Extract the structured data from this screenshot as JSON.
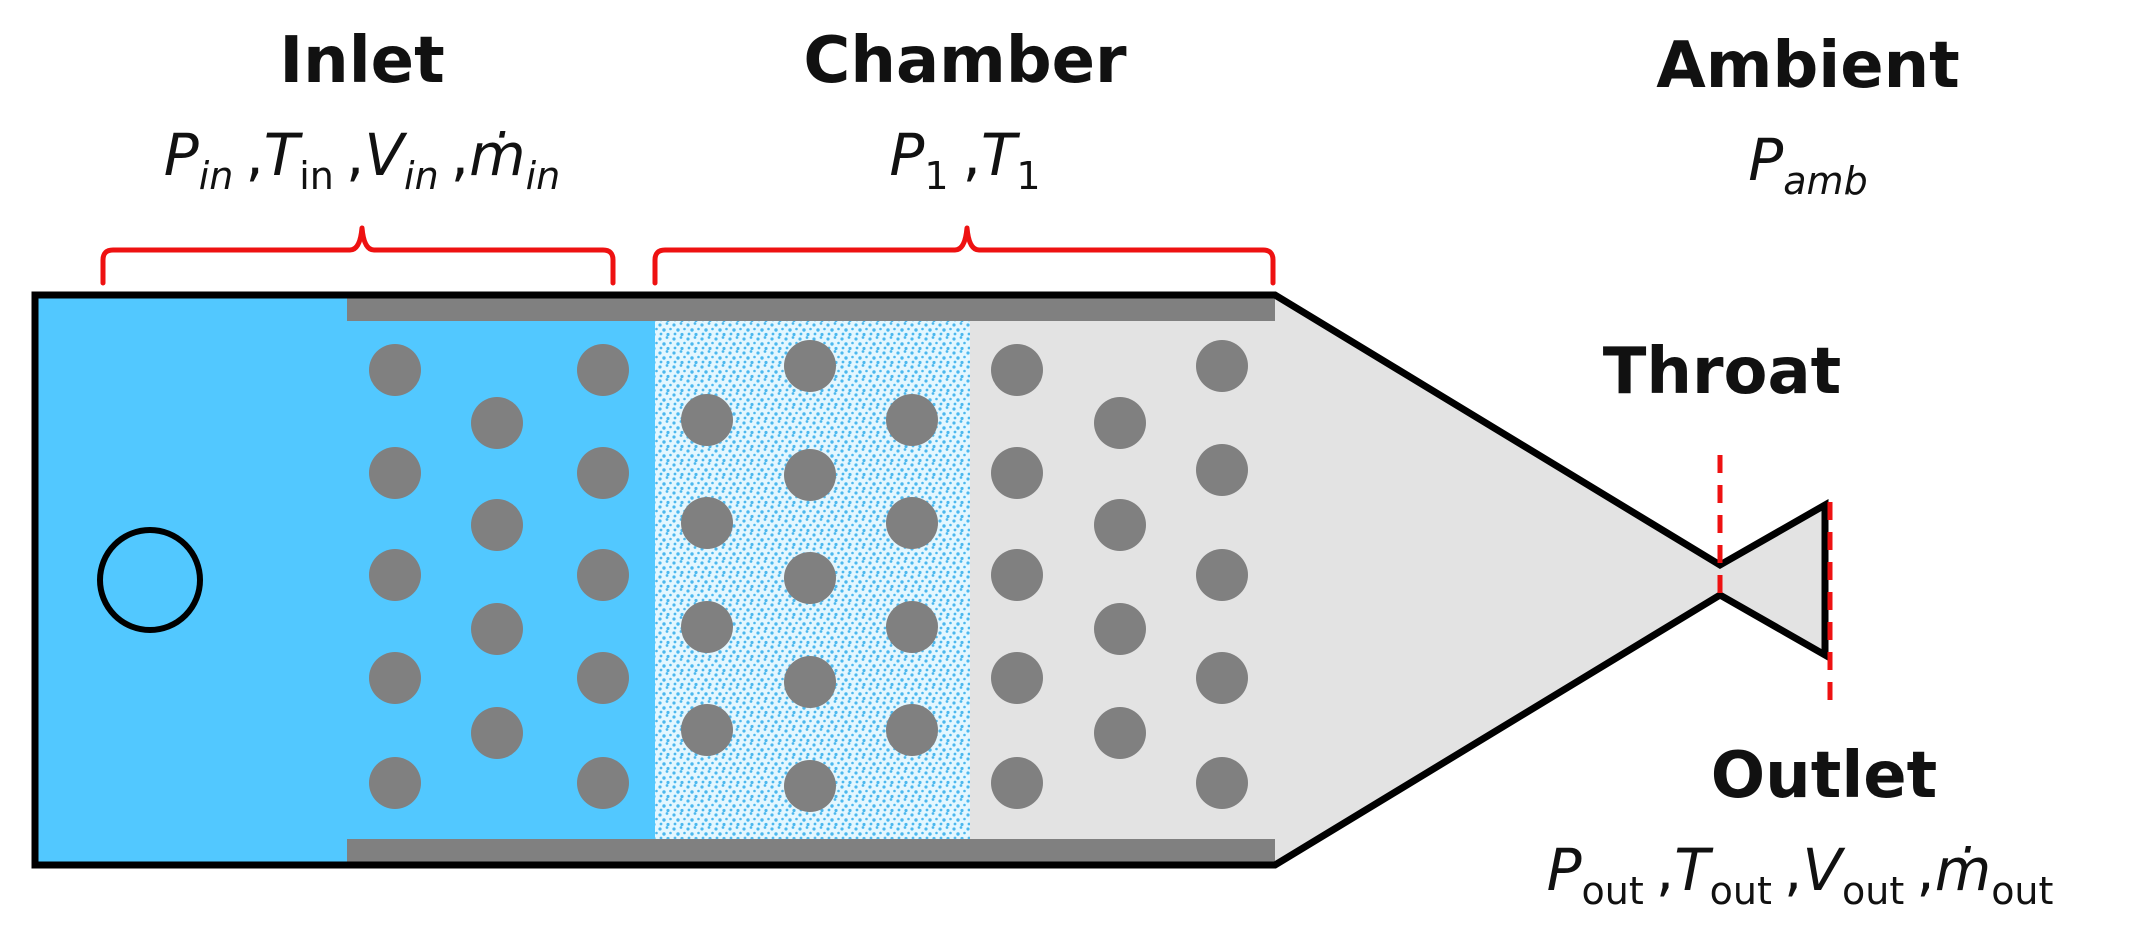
{
  "colors": {
    "inlet_fluid": "#52c8ff",
    "chamber_dotted_bg": "#e4f7ff",
    "chamber_dots": "#4cb8ee",
    "gas_region": "#e3e3e3",
    "wall_outline": "#000000",
    "liner": "#808080",
    "particles": "#808080",
    "bracket": "#ee1111",
    "plane_marker": "#ee1111"
  },
  "labels": {
    "inlet": {
      "title": "Inlet",
      "vars": [
        {
          "sym": "P",
          "sub": "in",
          "sub_style": "italic"
        },
        {
          "sym": "T",
          "sub": "in",
          "sub_style": "upright"
        },
        {
          "sym": "V",
          "sub": "in",
          "sub_style": "italic"
        },
        {
          "sym": "ṁ",
          "sub": "in",
          "sub_style": "italic"
        }
      ]
    },
    "chamber": {
      "title": "Chamber",
      "vars": [
        {
          "sym": "P",
          "sub": "1",
          "sub_style": "upright"
        },
        {
          "sym": "T",
          "sub": "1",
          "sub_style": "upright"
        }
      ]
    },
    "ambient": {
      "title": "Ambient",
      "vars": [
        {
          "sym": "P",
          "sub": "amb",
          "sub_style": "italic"
        }
      ]
    },
    "throat": {
      "title": "Throat"
    },
    "outlet": {
      "title": "Outlet",
      "vars": [
        {
          "sym": "P",
          "sub": "out",
          "sub_style": "upright"
        },
        {
          "sym": "T",
          "sub": "out",
          "sub_style": "upright"
        },
        {
          "sym": "V",
          "sub": "out",
          "sub_style": "upright"
        },
        {
          "sym": "ṁ",
          "sub": "out",
          "sub_style": "upright"
        }
      ]
    },
    "separator": ","
  },
  "icons": {
    "inlet_port": "circle-outline-icon",
    "particles": "circle-filled-icon"
  }
}
